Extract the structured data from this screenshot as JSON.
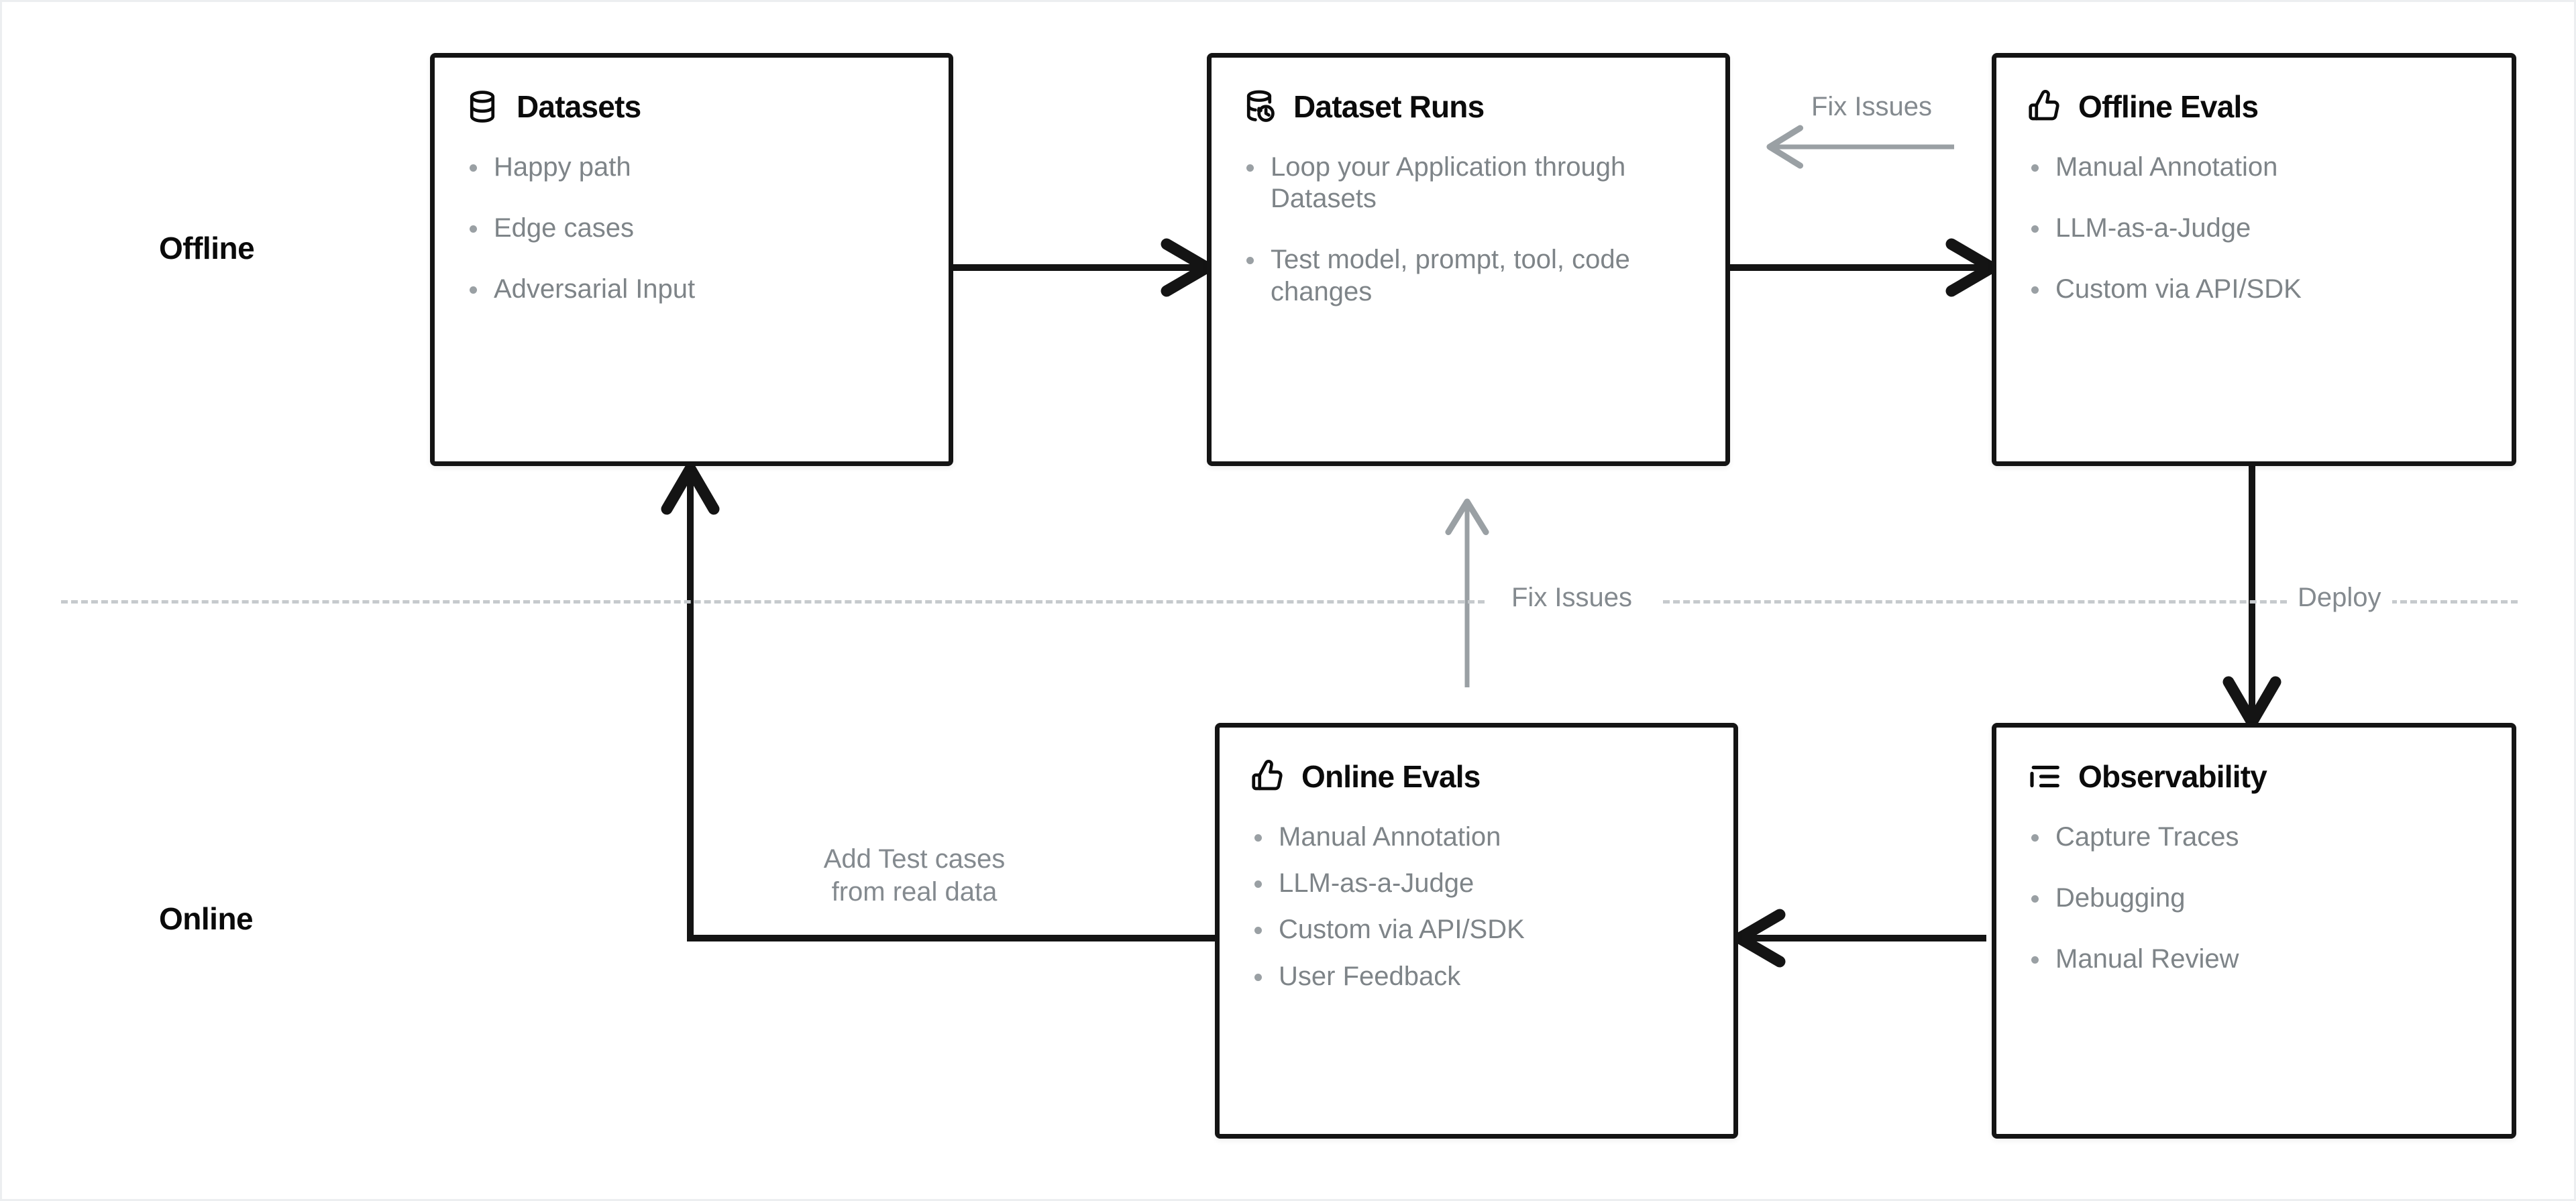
{
  "sections": {
    "offline_label": "Offline",
    "online_label": "Online"
  },
  "divider": {
    "fix_issues_label": "Fix Issues",
    "deploy_label": "Deploy"
  },
  "edges": {
    "fix_issues_top": "Fix Issues",
    "add_test_cases": "Add Test cases\nfrom real data"
  },
  "nodes": {
    "datasets": {
      "title": "Datasets",
      "icon": "database-icon",
      "items": [
        "Happy path",
        "Edge cases",
        "Adversarial Input"
      ]
    },
    "dataset_runs": {
      "title": "Dataset Runs",
      "icon": "database-refresh-icon",
      "items": [
        "Loop your Application through Datasets",
        "Test model, prompt, tool, code changes"
      ]
    },
    "offline_evals": {
      "title": "Offline Evals",
      "icon": "thumbs-up-icon",
      "items": [
        "Manual Annotation",
        "LLM-as-a-Judge",
        "Custom via API/SDK"
      ]
    },
    "online_evals": {
      "title": "Online Evals",
      "icon": "thumbs-up-icon",
      "items": [
        "Manual Annotation",
        "LLM-as-a-Judge",
        "Custom via API/SDK",
        "User Feedback"
      ]
    },
    "observability": {
      "title": "Observability",
      "icon": "list-tree-icon",
      "items": [
        "Capture Traces",
        "Debugging",
        "Manual Review"
      ]
    }
  },
  "colors": {
    "border": "#141414",
    "muted_text": "#7e8488",
    "divider": "#c6cacd",
    "soft_arrow": "#9aa0a4"
  }
}
